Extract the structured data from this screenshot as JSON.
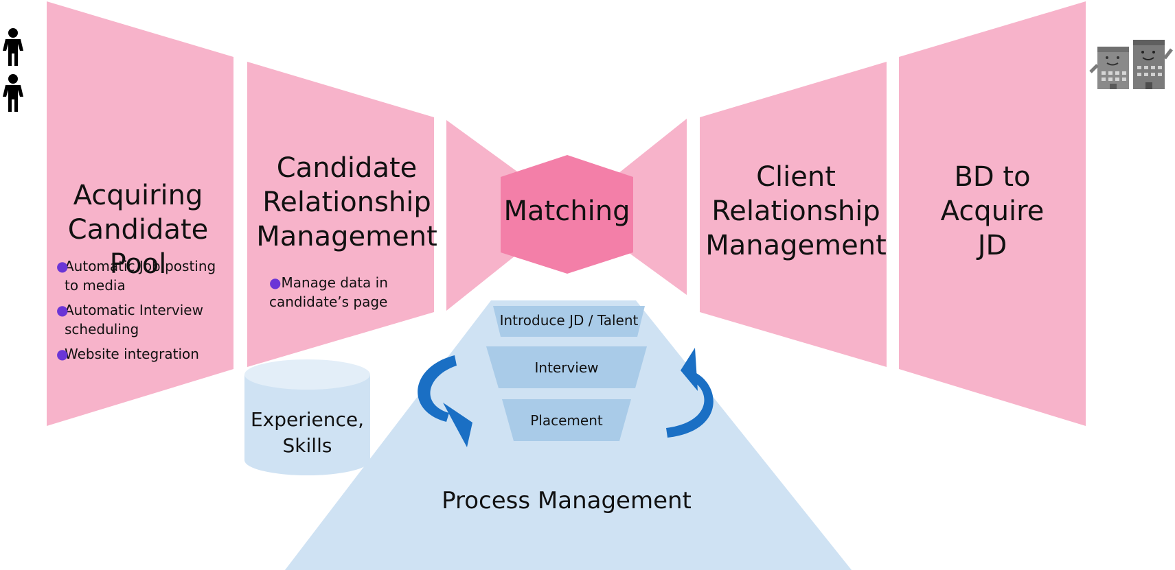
{
  "colors": {
    "panel": "#f7b3ca",
    "hexagon": "#f37fa8",
    "trapezoid": "#cfe2f3",
    "steps": "#a9cbe8",
    "arrow": "#1a6fc4",
    "bullet": "#6a35d6",
    "database_top": "#e3eef8",
    "database_body": "#cfe2f3"
  },
  "icons": {
    "people": "person-icon",
    "companies": "office-building-icon"
  },
  "panels": {
    "acquiring": {
      "title": "Acquiring\nCandidate Pool",
      "bullets": [
        "Automatic Job posting\n  to media",
        "Automatic Interview\n  scheduling",
        "Website integration"
      ]
    },
    "crm_candidate": {
      "title": "Candidate\nRelationship\nManagement",
      "bullets": [
        "Manage data in\ncandidate’s page"
      ]
    },
    "matching": {
      "title": "Matching"
    },
    "crm_client": {
      "title": "Client\nRelationship\nManagement"
    },
    "bd": {
      "title": "BD to\nAcquire\nJD"
    }
  },
  "database": {
    "label": "Experience,\nSkills"
  },
  "process": {
    "title": "Process Management",
    "steps": [
      "Introduce JD / Talent",
      "Interview",
      "Placement"
    ]
  }
}
